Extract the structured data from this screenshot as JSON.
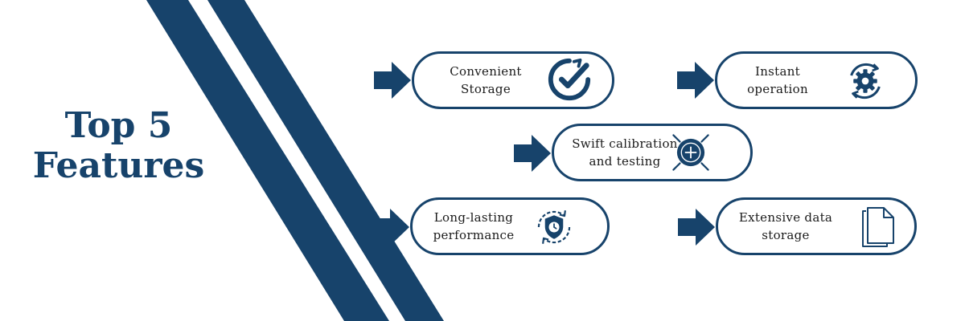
{
  "title": {
    "line1": "Top 5",
    "line2": "Features"
  },
  "colors": {
    "primary": "#17436b",
    "background": "#ffffff",
    "text": "#1a1a1a"
  },
  "features": [
    {
      "line1": "Convenient",
      "line2": "Storage",
      "icon": "check-circle-icon"
    },
    {
      "line1": "Instant",
      "line2": "operation",
      "icon": "gear-refresh-icon"
    },
    {
      "line1": "Swift calibration",
      "line2": "and testing",
      "icon": "crosshair-plus-icon"
    },
    {
      "line1": "Long-lasting",
      "line2": "performance",
      "icon": "shield-clock-icon"
    },
    {
      "line1": "Extensive data",
      "line2": "storage",
      "icon": "documents-icon"
    }
  ]
}
